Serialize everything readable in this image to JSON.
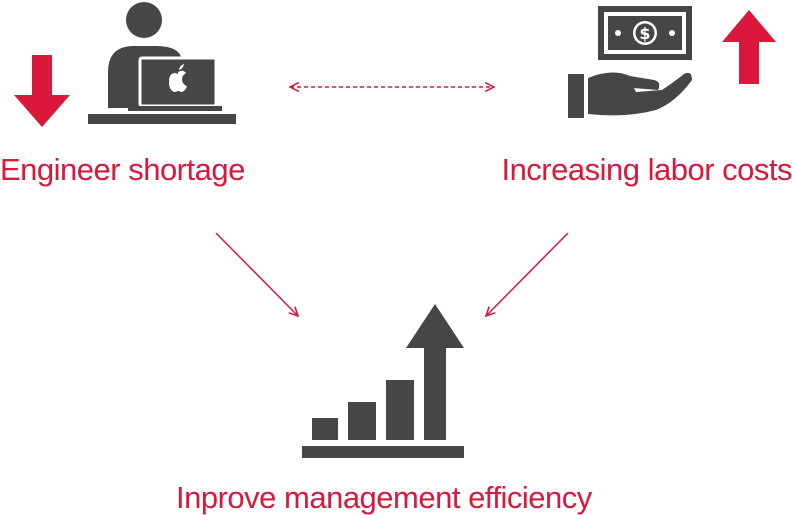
{
  "colors": {
    "accent": "#d9183b",
    "icon": "#464646",
    "background": "#ffffff"
  },
  "nodes": {
    "left": {
      "label": "Engineer shortage",
      "icon": "person-at-laptop-icon",
      "indicator": "arrow-down-icon"
    },
    "right": {
      "label": "Increasing labor costs",
      "icon": "hand-holding-money-icon",
      "indicator": "arrow-up-icon"
    },
    "bottom": {
      "label": "Inprove management efficiency",
      "icon": "bar-chart-arrow-up-icon"
    }
  },
  "connectors": [
    {
      "from": "left",
      "to": "right",
      "style": "dashed",
      "direction": "both"
    },
    {
      "from": "left",
      "to": "bottom",
      "style": "solid",
      "direction": "forward"
    },
    {
      "from": "right",
      "to": "bottom",
      "style": "solid",
      "direction": "forward"
    }
  ]
}
